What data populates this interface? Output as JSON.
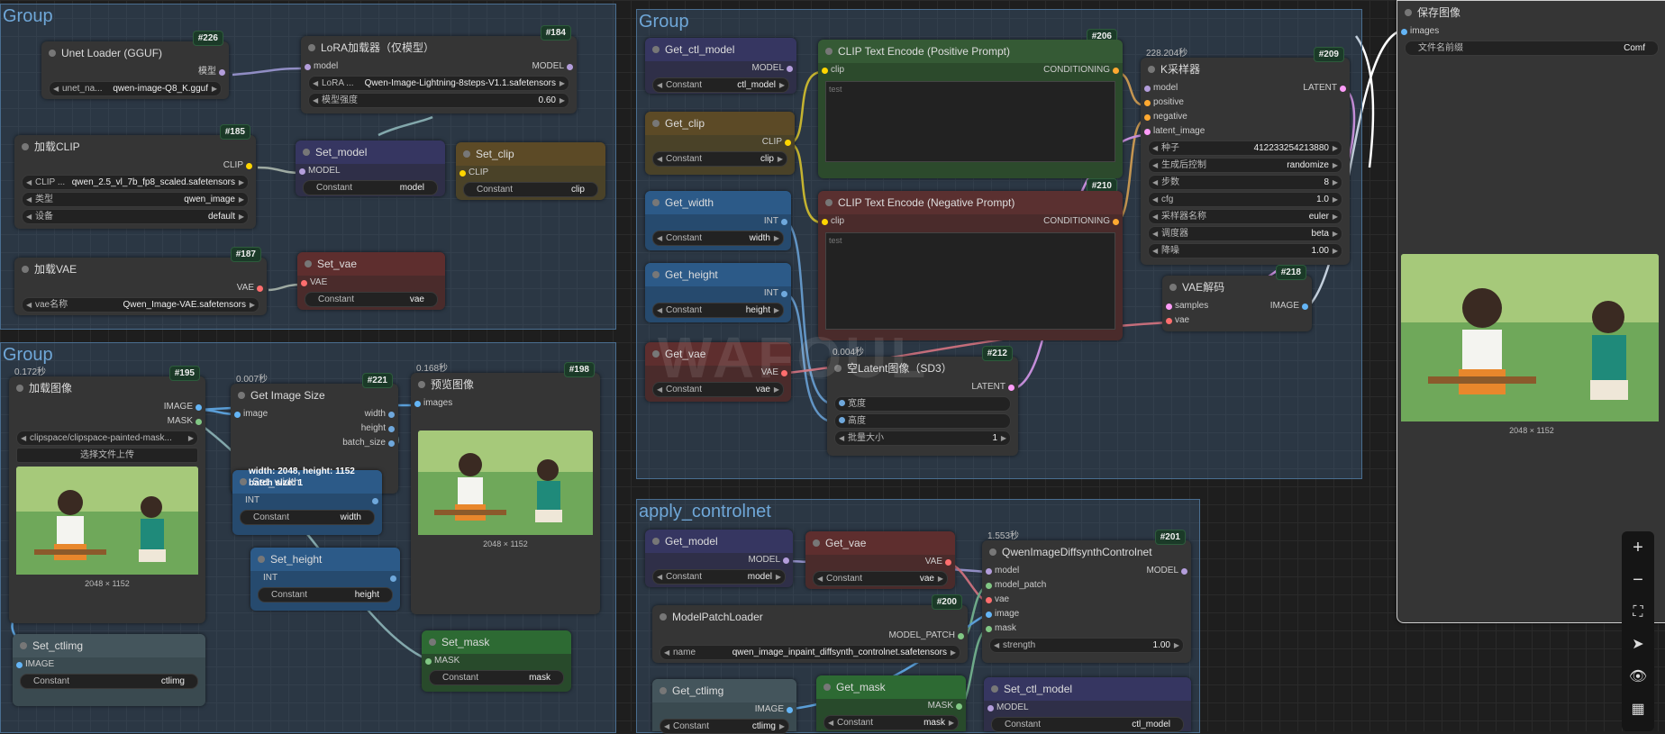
{
  "groups": {
    "top_left": "Group",
    "bottom_left": "Group",
    "top_mid": "Group",
    "controlnet": "apply_controlnet"
  },
  "colors": {
    "model": "#b39ddb",
    "clip": "#ffd500",
    "vae": "#ff6e6e",
    "int": "#6fa8dc",
    "conditioning": "#ffa931",
    "latent": "#ff9cf9",
    "image": "#64b5f6",
    "mask": "#81c784",
    "patch": "#81c784"
  },
  "unet": {
    "badge": "#226",
    "title": "Unet Loader (GGUF)",
    "out": "模型",
    "w_label": "unet_na...",
    "w_val": "qwen-image-Q8_K.gguf"
  },
  "lora": {
    "badge": "#184",
    "title": "LoRA加载器（仅模型）",
    "in": "model",
    "out": "MODEL",
    "w1_label": "LoRA ...",
    "w1_val": "Qwen-Image-Lightning-8steps-V1.1.safetensors",
    "w2_label": "模型强度",
    "w2_val": "0.60"
  },
  "clipload": {
    "badge": "#185",
    "title": "加载CLIP",
    "out": "CLIP",
    "w1_label": "CLIP ...",
    "w1_val": "qwen_2.5_vl_7b_fp8_scaled.safetensors",
    "w2_label": "类型",
    "w2_val": "qwen_image",
    "w3_label": "设备",
    "w3_val": "default"
  },
  "setmodel": {
    "title": "Set_model",
    "in": "MODEL",
    "w_label": "Constant",
    "w_val": "model"
  },
  "setclip": {
    "title": "Set_clip",
    "in": "CLIP",
    "w_label": "Constant",
    "w_val": "clip"
  },
  "vaeload": {
    "badge": "#187",
    "title": "加载VAE",
    "out": "VAE",
    "w_label": "vae名称",
    "w_val": "Qwen_Image-VAE.safetensors"
  },
  "setvae": {
    "title": "Set_vae",
    "in": "VAE",
    "w_label": "Constant",
    "w_val": "vae"
  },
  "loadimg": {
    "badge": "#195",
    "timer": "0.172秒",
    "title": "加载图像",
    "out1": "IMAGE",
    "out2": "MASK",
    "w_val": "clipspace/clipspace-painted-mask...",
    "upload": "选择文件上传",
    "cap": "2048 × 1152"
  },
  "imgsize": {
    "badge": "#221",
    "timer": "0.007秒",
    "title": "Get Image Size",
    "in": "image",
    "out1": "width",
    "out2": "height",
    "out3": "batch_size"
  },
  "preview": {
    "badge": "#198",
    "timer": "0.168秒",
    "title": "预览图像",
    "in": "images",
    "cap": "2048 × 1152"
  },
  "tooltip": {
    "l1": "width: 2048, height: 1152",
    "l2": "batch size: 1"
  },
  "setwidth": {
    "title": "Set_width",
    "in": "INT",
    "w_label": "Constant",
    "w_val": "width"
  },
  "setheight": {
    "title": "Set_height",
    "in": "INT",
    "w_label": "Constant",
    "w_val": "height"
  },
  "setmask": {
    "title": "Set_mask",
    "in": "MASK",
    "w_label": "Constant",
    "w_val": "mask"
  },
  "setctlimg": {
    "title": "Set_ctlimg",
    "in": "IMAGE",
    "w_label": "Constant",
    "w_val": "ctlimg"
  },
  "getctlmodel": {
    "title": "Get_ctl_model",
    "out": "MODEL",
    "w_label": "Constant",
    "w_val": "ctl_model"
  },
  "getclip": {
    "title": "Get_clip",
    "out": "CLIP",
    "w_label": "Constant",
    "w_val": "clip"
  },
  "getwidth": {
    "title": "Get_width",
    "out": "INT",
    "w_label": "Constant",
    "w_val": "width"
  },
  "getheight": {
    "title": "Get_height",
    "out": "INT",
    "w_label": "Constant",
    "w_val": "height"
  },
  "getvae1": {
    "title": "Get_vae",
    "out": "VAE",
    "w_label": "Constant",
    "w_val": "vae"
  },
  "pos": {
    "badge": "#206",
    "title": "CLIP Text Encode (Positive Prompt)",
    "in": "clip",
    "out": "CONDITIONING",
    "text": "test"
  },
  "neg": {
    "badge": "#210",
    "title": "CLIP Text Encode (Negative Prompt)",
    "in": "clip",
    "out": "CONDITIONING",
    "text": "test"
  },
  "latent": {
    "badge": "#212",
    "timer": "0.004秒",
    "title": "空Latent图像（SD3）",
    "out": "LATENT",
    "in1": "宽度",
    "in2": "高度",
    "w_label": "批量大小",
    "w_val": "1"
  },
  "ksampler": {
    "badge": "#209",
    "timer": "228.204秒",
    "title": "K采样器",
    "in1": "model",
    "in2": "positive",
    "in3": "negative",
    "in4": "latent_image",
    "out": "LATENT",
    "w": [
      {
        "l": "种子",
        "v": "412233254213880"
      },
      {
        "l": "生成后控制",
        "v": "randomize"
      },
      {
        "l": "步数",
        "v": "8"
      },
      {
        "l": "cfg",
        "v": "1.0"
      },
      {
        "l": "采样器名称",
        "v": "euler"
      },
      {
        "l": "调度器",
        "v": "beta"
      },
      {
        "l": "降噪",
        "v": "1.00"
      }
    ]
  },
  "vaedecode": {
    "badge": "#218",
    "title": "VAE解码",
    "in1": "samples",
    "in2": "vae",
    "out": "IMAGE"
  },
  "save": {
    "title": "保存图像",
    "in": "images",
    "w_label": "文件名前缀",
    "w_val": "Comf",
    "cap": "2048 × 1152"
  },
  "getmodel2": {
    "title": "Get_model",
    "out": "MODEL",
    "w_label": "Constant",
    "w_val": "model"
  },
  "getvae2": {
    "title": "Get_vae",
    "out": "VAE",
    "w_label": "Constant",
    "w_val": "vae"
  },
  "patchloader": {
    "badge": "#200",
    "title": "ModelPatchLoader",
    "out": "MODEL_PATCH",
    "w_label": "name",
    "w_val": "qwen_image_inpaint_diffsynth_controlnet.safetensors"
  },
  "diffsynth": {
    "badge": "#201",
    "timer": "1.553秒",
    "title": "QwenImageDiffsynthControlnet",
    "in1": "model",
    "in2": "model_patch",
    "in3": "vae",
    "in4": "image",
    "in5": "mask",
    "out": "MODEL",
    "w_label": "strength",
    "w_val": "1.00"
  },
  "getctlimg": {
    "title": "Get_ctlimg",
    "out": "IMAGE",
    "w_label": "Constant",
    "w_val": "ctlimg"
  },
  "getmask": {
    "title": "Get_mask",
    "out": "MASK",
    "w_label": "Constant",
    "w_val": "mask"
  },
  "setctlmodel": {
    "title": "Set_ctl_model",
    "in": "MODEL",
    "w_label": "Constant",
    "w_val": "ctl_model"
  },
  "rail": {
    "zoom_in": "+",
    "zoom_out": "−",
    "fit": "⛶",
    "locate": "➤",
    "eye": "👁",
    "map": "▦"
  },
  "watermark": "WAFOUL"
}
